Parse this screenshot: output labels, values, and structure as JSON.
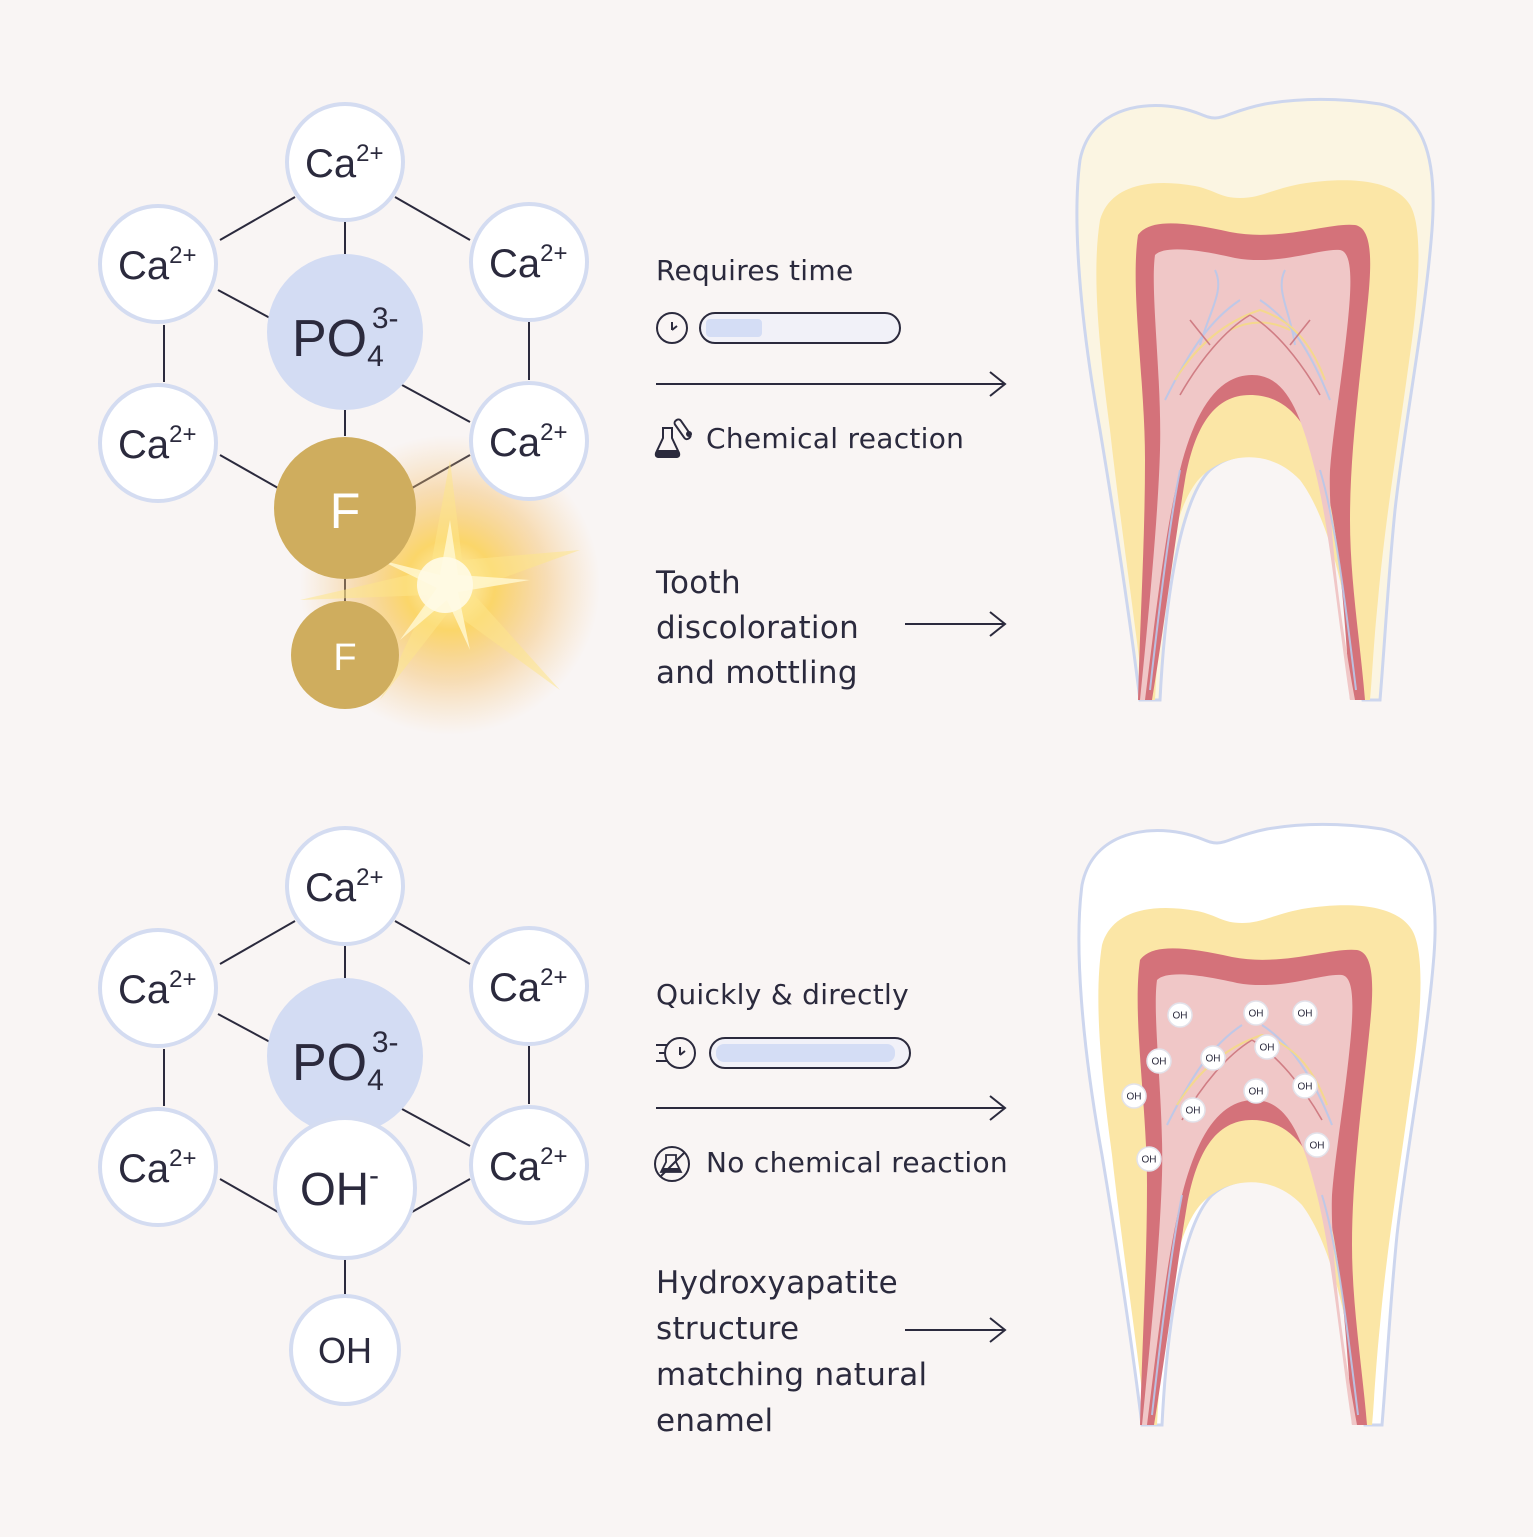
{
  "colors": {
    "background": "#f9f5f4",
    "ion_fill": "#ffffff",
    "ion_stroke": "#d4dcf1",
    "phosphate": "#d3dcf3",
    "fluoride": "#cfad5e",
    "bond": "#2b2a3d",
    "enamel": "#fbf4df",
    "dentin": "#fbe6a6",
    "pulp_outer": "#d4727a",
    "pulp_inner": "#f0c7c7",
    "nerve_blue": "#b9c8ea",
    "nerve_yellow": "#f3d98a",
    "bar_fill": "#d4ddf5",
    "text": "#2b2a3d"
  },
  "fluoride_panel": {
    "calcium": {
      "symbol": "Ca",
      "charge": "2+"
    },
    "phosphate": {
      "symbol": "PO",
      "sub": "4",
      "charge": "3-"
    },
    "fluoride_1": "F",
    "fluoride_2": "F",
    "time_label": "Requires time",
    "time_icon": "clock-icon",
    "time_progress": 0.3,
    "reaction_icon": "flask-tube-icon",
    "reaction_label": "Chemical reaction",
    "result_lines": [
      "Tooth",
      "discoloration",
      "and mottling"
    ]
  },
  "hydroxyapatite_panel": {
    "calcium": {
      "symbol": "Ca",
      "charge": "2+"
    },
    "phosphate": {
      "symbol": "PO",
      "sub": "4",
      "charge": "3-"
    },
    "hydroxide": {
      "symbol": "OH",
      "charge": "-"
    },
    "hydroxyl": "OH",
    "time_label": "Quickly & directly",
    "time_icon": "fast-clock-icon",
    "time_progress": 0.95,
    "reaction_icon": "no-flask-icon",
    "reaction_label": "No chemical reaction",
    "result_lines": [
      "Hydroxyapatite",
      "structure",
      "matching natural",
      "enamel"
    ],
    "particle_label": "OH"
  }
}
